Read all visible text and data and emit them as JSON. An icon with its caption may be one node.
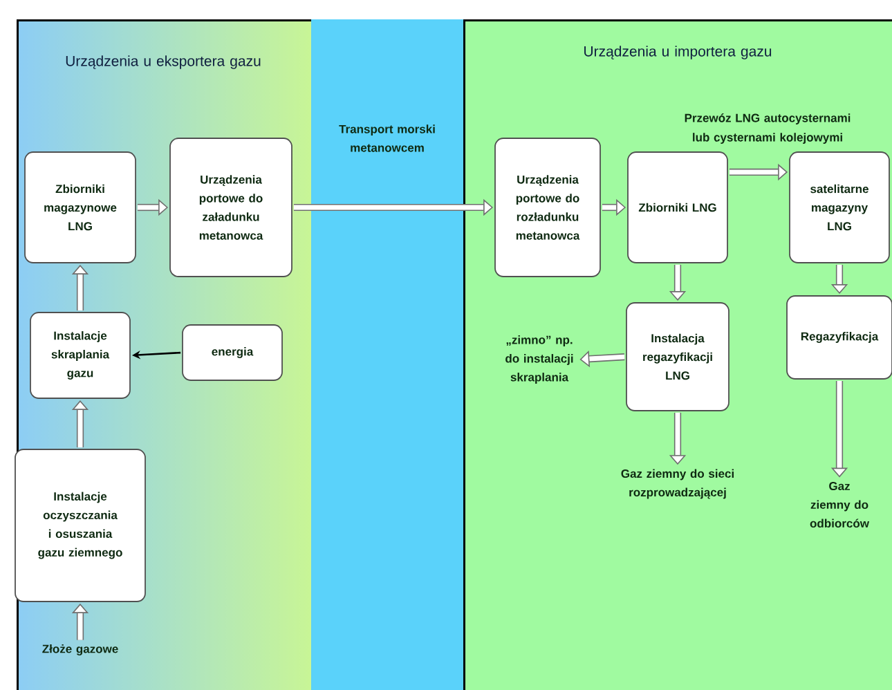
{
  "diagram": {
    "nodes": [
      {
        "text": [
          "Urządzenia u eksportera gazu"
        ]
      },
      {
        "text": [
          "Transport morski metanowcem"
        ]
      },
      {
        "text": [
          "Urządzenia u importera gazu"
        ]
      },
      {
        "text": [
          "Zbiorniki magazynowe LNG"
        ],
        "in": 0
      },
      {
        "text": [
          "Urządzenia portowe do załadunku metanowca"
        ],
        "in": 0
      },
      {
        "text": [
          "Instalacje skraplania gazu"
        ],
        "in": 0
      },
      {
        "text": [
          "energia"
        ],
        "in": 0
      },
      {
        "text": [
          "Instalacje oczyszczania i osuszania gazu ziemnego"
        ],
        "in": 0
      },
      {
        "text": [
          "Złoże gazowe"
        ],
        "in": 0
      },
      {
        "text": [
          "Urządzenia portowe do rozładunku metanowca"
        ],
        "in": 2
      },
      {
        "text": [
          "Zbiorniki LNG"
        ],
        "in": 2
      },
      {
        "text": [
          "satelitarne magazyny LNG"
        ],
        "in": 2
      },
      {
        "text": [
          "Instalacja regazyfikacji LNG"
        ],
        "in": 2
      },
      {
        "text": [
          "Regazyfikacja"
        ],
        "in": 2
      },
      {
        "text": [
          "„zimno” np. do instalacji skraplania"
        ],
        "in": 2
      },
      {
        "text": [
          "Gaz ziemny do sieci rozprowadzającej"
        ],
        "in": 2
      },
      {
        "text": [
          "Gaz ziemny do odbiorców"
        ],
        "in": 2
      }
    ],
    "edges": [
      {
        "from": 8,
        "to": 7,
        "arrow": "to"
      },
      {
        "from": 7,
        "to": 5,
        "arrow": "to"
      },
      {
        "from": 5,
        "to": 3,
        "arrow": "to"
      },
      {
        "from": 6,
        "to": 5,
        "arrow": "to",
        "color": "#000000"
      },
      {
        "from": 3,
        "to": 4,
        "arrow": "to"
      },
      {
        "from": 4,
        "to": 9,
        "arrow": "to"
      },
      {
        "from": 9,
        "to": 10,
        "arrow": "to"
      },
      {
        "from": 10,
        "to": 11,
        "arrow": "to",
        "label": "Przewóz LNG autocysternami lub cysternami kolejowymi"
      },
      {
        "from": 10,
        "to": 12,
        "arrow": "to"
      },
      {
        "from": 11,
        "to": 13,
        "arrow": "to"
      },
      {
        "from": 12,
        "to": 14,
        "arrow": "to"
      },
      {
        "from": 12,
        "to": 15,
        "arrow": "to"
      },
      {
        "from": 13,
        "to": 16,
        "arrow": "to"
      }
    ]
  }
}
